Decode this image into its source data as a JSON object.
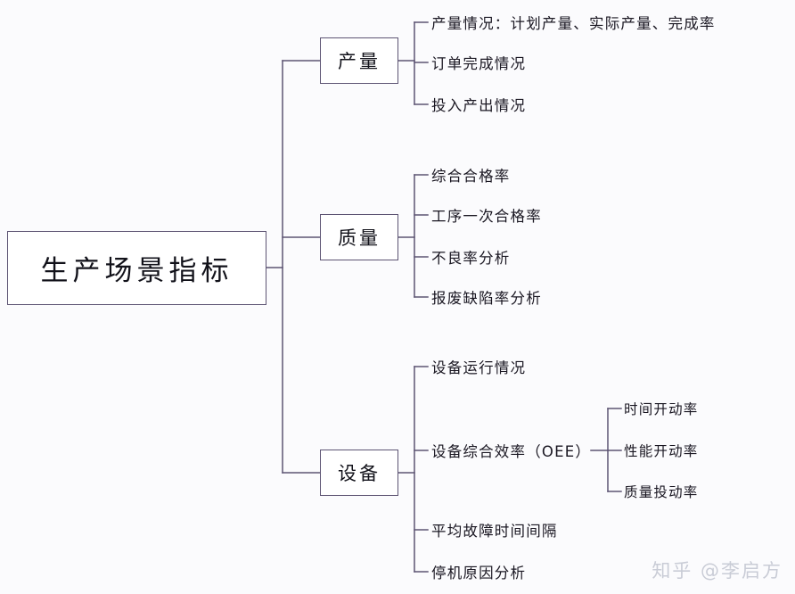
{
  "diagram": {
    "type": "mind-map",
    "orientation": "left-to-right",
    "root": {
      "label": "生产场景指标"
    },
    "branches": [
      {
        "label": "产量",
        "children": [
          {
            "label": "产量情况：计划产量、实际产量、完成率"
          },
          {
            "label": "订单完成情况"
          },
          {
            "label": "投入产出情况"
          }
        ]
      },
      {
        "label": "质量",
        "children": [
          {
            "label": "综合合格率"
          },
          {
            "label": "工序一次合格率"
          },
          {
            "label": "不良率分析"
          },
          {
            "label": "报废缺陷率分析"
          }
        ]
      },
      {
        "label": "设备",
        "children": [
          {
            "label": "设备运行情况"
          },
          {
            "label": "设备综合效率（OEE）",
            "children": [
              {
                "label": "时间开动率"
              },
              {
                "label": "性能开动率"
              },
              {
                "label": "质量投动率"
              }
            ]
          },
          {
            "label": "平均故障时间间隔"
          },
          {
            "label": "停机原因分析"
          }
        ]
      }
    ]
  },
  "watermark": {
    "text": "知乎 @李启方"
  },
  "colors": {
    "line": "#5d5473",
    "box_border": "#5d5473",
    "box_fill": "#ffffff",
    "text": "#12121a",
    "background": "#fbfbfd",
    "watermark": "#c9ccd6"
  }
}
